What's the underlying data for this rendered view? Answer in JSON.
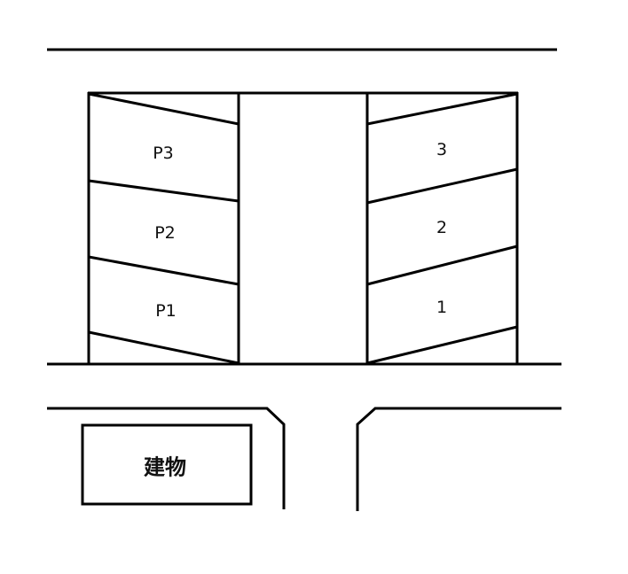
{
  "map": {
    "title": "",
    "colors": {
      "line": "#000000",
      "background": "#ffffff"
    },
    "parking_left": {
      "spaces": [
        {
          "label": "P3"
        },
        {
          "label": "P2"
        },
        {
          "label": "P1"
        }
      ]
    },
    "parking_right": {
      "spaces": [
        {
          "label": "3"
        },
        {
          "label": "2"
        },
        {
          "label": "1"
        }
      ]
    },
    "building": {
      "label": "建物"
    }
  }
}
